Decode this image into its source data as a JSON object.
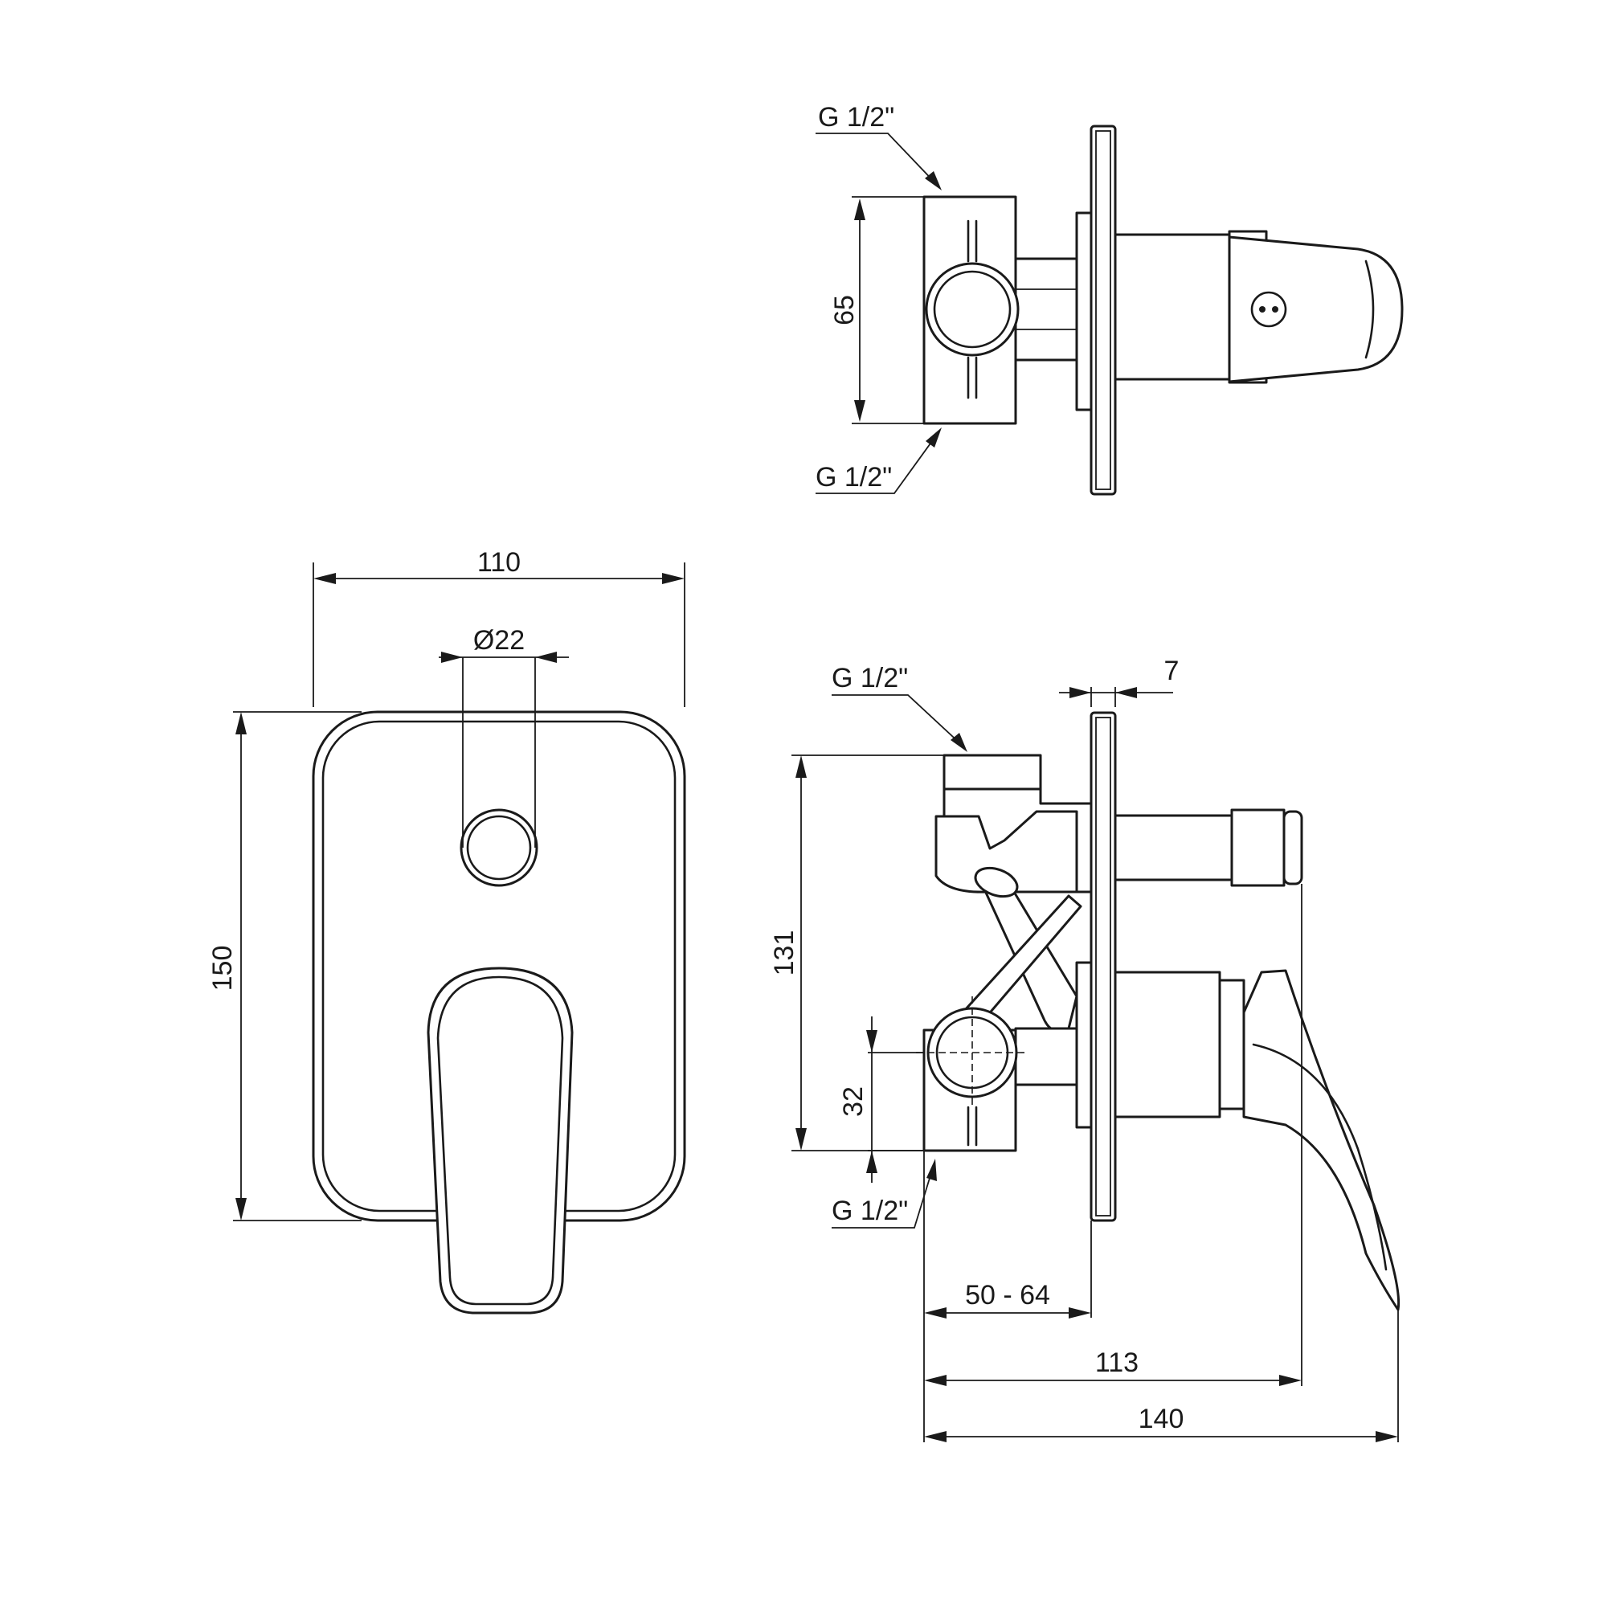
{
  "dimensions": {
    "top_g_upper": "G 1/2\"",
    "top_g_lower": "G 1/2\"",
    "top_65": "65",
    "plate_110": "110",
    "plate_d22": "Ø22",
    "plate_150": "150",
    "side_g_upper": "G 1/2\"",
    "side_7": "7",
    "side_131": "131",
    "side_32": "32",
    "side_g_lower": "G 1/2\"",
    "side_50_64": "50 - 64",
    "side_113": "113",
    "side_140": "140"
  },
  "colors": {
    "line": "#1a1a1a",
    "background": "#ffffff"
  }
}
